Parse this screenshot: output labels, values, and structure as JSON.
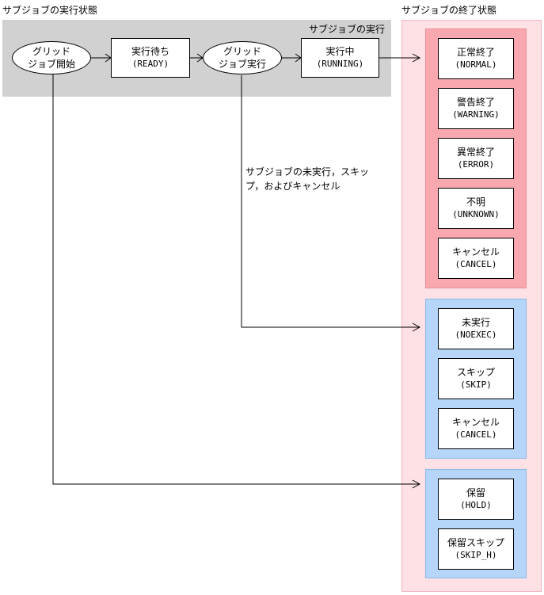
{
  "headings": {
    "exec_state": "サブジョブの実行状態",
    "final_state": "サブジョブの終了状態",
    "exec_panel_label": "サブジョブの実行"
  },
  "exec_flow": {
    "grid_start": [
      "グリッド",
      "ジョブ開始"
    ],
    "ready": [
      "実行待ち",
      "(READY)"
    ],
    "grid_exec": [
      "グリッド",
      "ジョブ実行"
    ],
    "running": [
      "実行中",
      "(RUNNING)"
    ]
  },
  "annotation": [
    "サブジョブの未実行，スキッ",
    "プ，およびキャンセル"
  ],
  "final_groups": {
    "completed": [
      [
        "正常終了",
        "(NORMAL)"
      ],
      [
        "警告終了",
        "(WARNING)"
      ],
      [
        "異常終了",
        "(ERROR)"
      ],
      [
        "不明",
        "(UNKNOWN)"
      ],
      [
        "キャンセル",
        "(CANCEL)"
      ]
    ],
    "not_executed": [
      [
        "未実行",
        "(NOEXEC)"
      ],
      [
        "スキップ",
        "(SKIP)"
      ],
      [
        "キャンセル",
        "(CANCEL)"
      ]
    ],
    "hold": [
      [
        "保留",
        "(HOLD)"
      ],
      [
        "保留スキップ",
        "(SKIP_H)"
      ]
    ]
  },
  "colors": {
    "exec_panel": "#d1d1d1",
    "final_panel": "#fde1e4",
    "completed_group": "#f8a8ae",
    "other_groups": "#b5d6f8"
  }
}
